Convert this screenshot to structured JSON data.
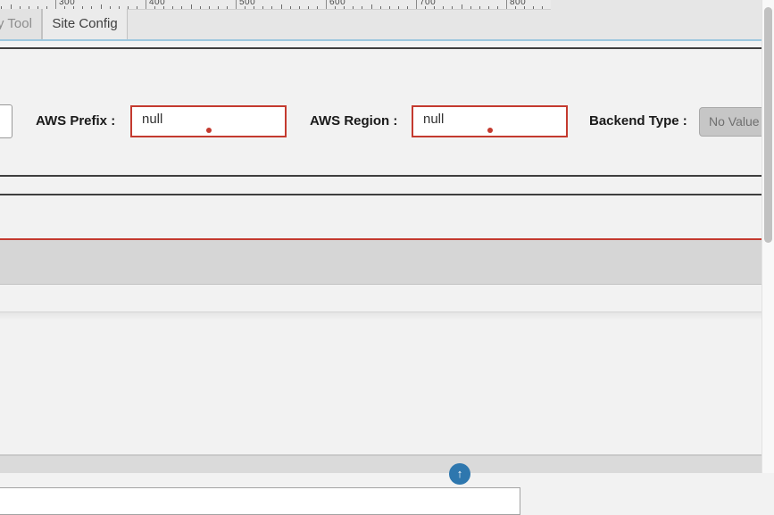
{
  "colors": {
    "tab_accent_blue": "#9dc7de",
    "error_red": "#c43a2f",
    "scroll_button_blue": "#2e77ae"
  },
  "ruler": {
    "labels": [
      "300",
      "400",
      "500",
      "600",
      "700",
      "800"
    ]
  },
  "tabs": [
    {
      "label": "y Tool",
      "active": false
    },
    {
      "label": "Site Config",
      "active": true
    }
  ],
  "form": {
    "fields": [
      {
        "label": "AWS Prefix :",
        "value": "null",
        "state": "error"
      },
      {
        "label": "AWS Region :",
        "value": "null",
        "state": "error"
      },
      {
        "label": "Backend Type :",
        "value": "No Value",
        "state": "disabled"
      }
    ]
  },
  "inputs": {
    "left_cut_input_value": "",
    "wide_bottom_input_value": ""
  },
  "icons": {
    "scroll_top": "↑"
  }
}
